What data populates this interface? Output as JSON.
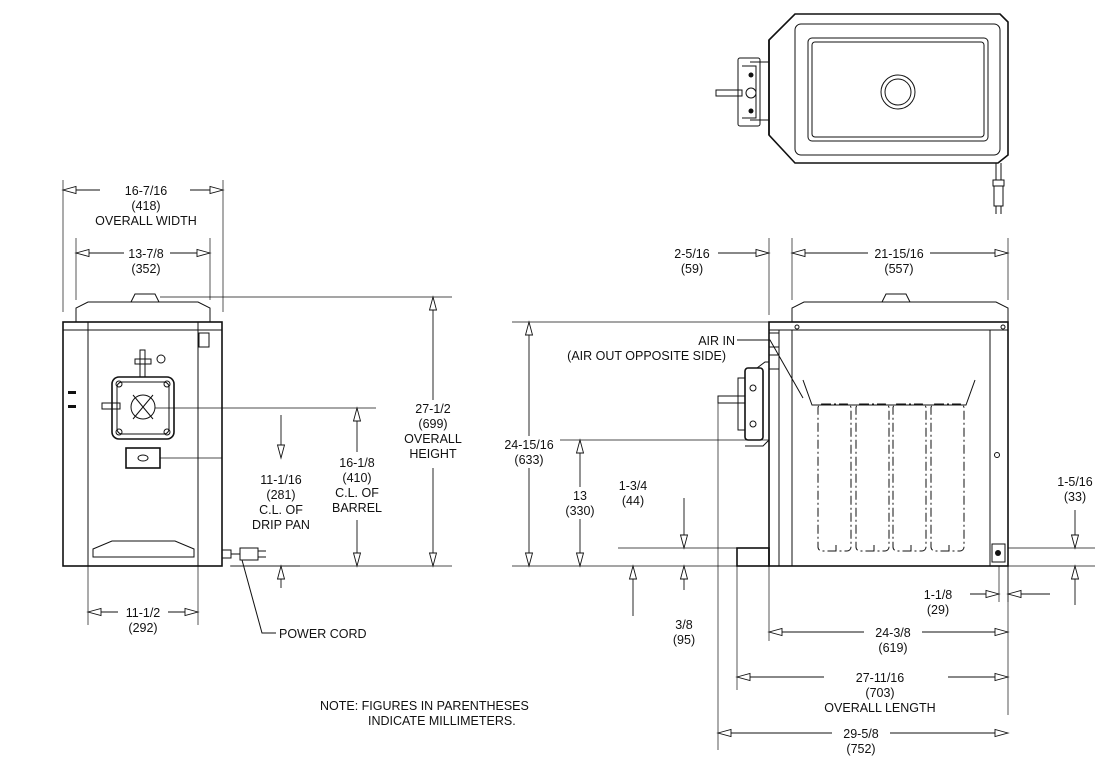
{
  "front_view": {
    "overall_width": [
      "16-7/16",
      "(418)",
      "OVERALL WIDTH"
    ],
    "inner_width": [
      "13-7/8",
      "(352)"
    ],
    "overall_height": [
      "27-1/2",
      "(699)",
      "OVERALL",
      "HEIGHT"
    ],
    "barrel_cl": [
      "16-1/8",
      "(410)",
      "C.L. OF",
      "BARREL"
    ],
    "drip_pan_cl": [
      "11-1/16",
      "(281)",
      "C.L. OF",
      "DRIP PAN"
    ],
    "base_width": [
      "11-1/2",
      "(292)"
    ],
    "power_cord": "POWER CORD"
  },
  "side_view": {
    "offset_top": [
      "2-5/16",
      "(59)"
    ],
    "cabinet_depth": [
      "21-15/16",
      "(557)"
    ],
    "air_in": [
      "AIR IN",
      "(AIR OUT OPPOSITE SIDE)"
    ],
    "height": [
      "24-15/16",
      "(633)"
    ],
    "spout_height": [
      "13",
      "(330)"
    ],
    "drip_tray_height": [
      "1-3/4",
      "(44)"
    ],
    "foot_height": [
      "3/8",
      "(95)"
    ],
    "right_offset": [
      "1-5/16",
      "(33)"
    ],
    "foot_inset": [
      "1-1/8",
      "(29)"
    ],
    "body_length": [
      "24-3/8",
      "(619)"
    ],
    "overall_length": [
      "27-11/16",
      "(703)",
      "OVERALL LENGTH"
    ],
    "total_length": [
      "29-5/8",
      "(752)"
    ]
  },
  "note": [
    "NOTE: FIGURES IN PARENTHESES",
    "INDICATE MILLIMETERS."
  ]
}
